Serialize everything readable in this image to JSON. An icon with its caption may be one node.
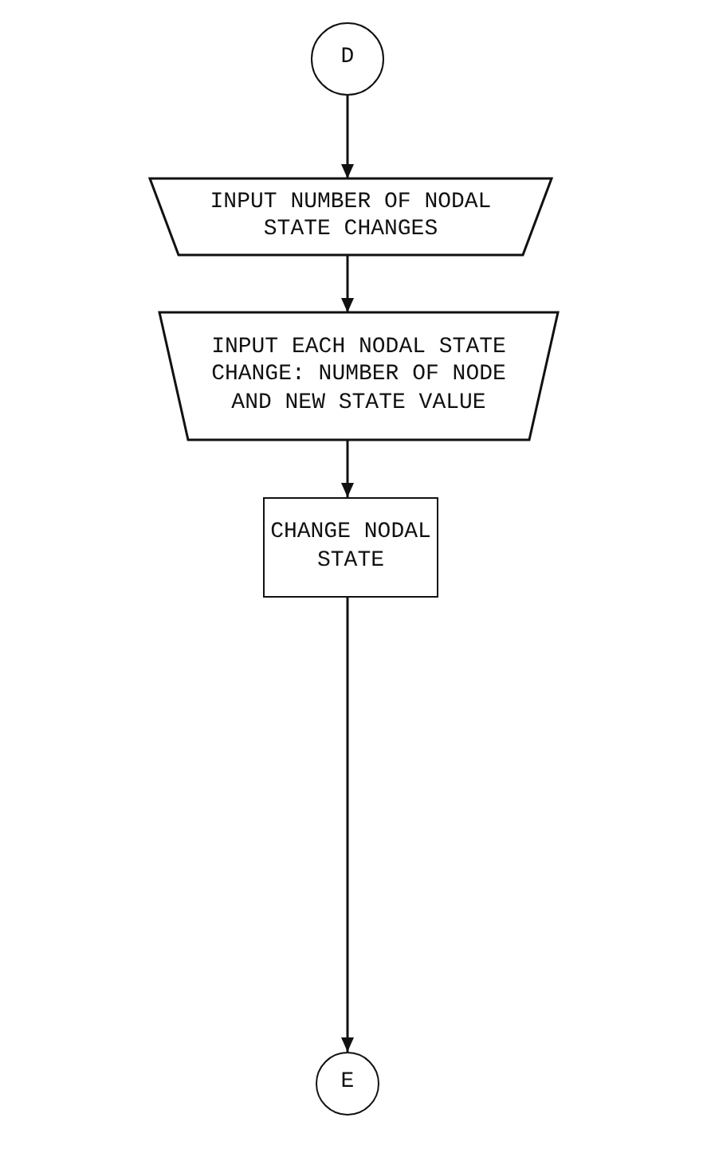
{
  "diagram": {
    "nodes": [
      {
        "text": [
          "D"
        ]
      },
      {
        "text": [
          "INPUT NUMBER OF NODAL STATE CHANGES"
        ]
      },
      {
        "text": [
          "INPUT EACH NODAL STATE CHANGE: NUMBER OF NODE AND NEW STATE VALUE"
        ]
      },
      {
        "text": [
          "CHANGE NODAL STATE"
        ]
      },
      {
        "text": [
          "E"
        ]
      }
    ],
    "edges": [
      {
        "from": 0,
        "to": 1,
        "arrow": "to"
      },
      {
        "from": 1,
        "to": 2,
        "arrow": "to"
      },
      {
        "from": 2,
        "to": 3,
        "arrow": "to"
      },
      {
        "from": 3,
        "to": 4,
        "arrow": "to"
      }
    ]
  }
}
